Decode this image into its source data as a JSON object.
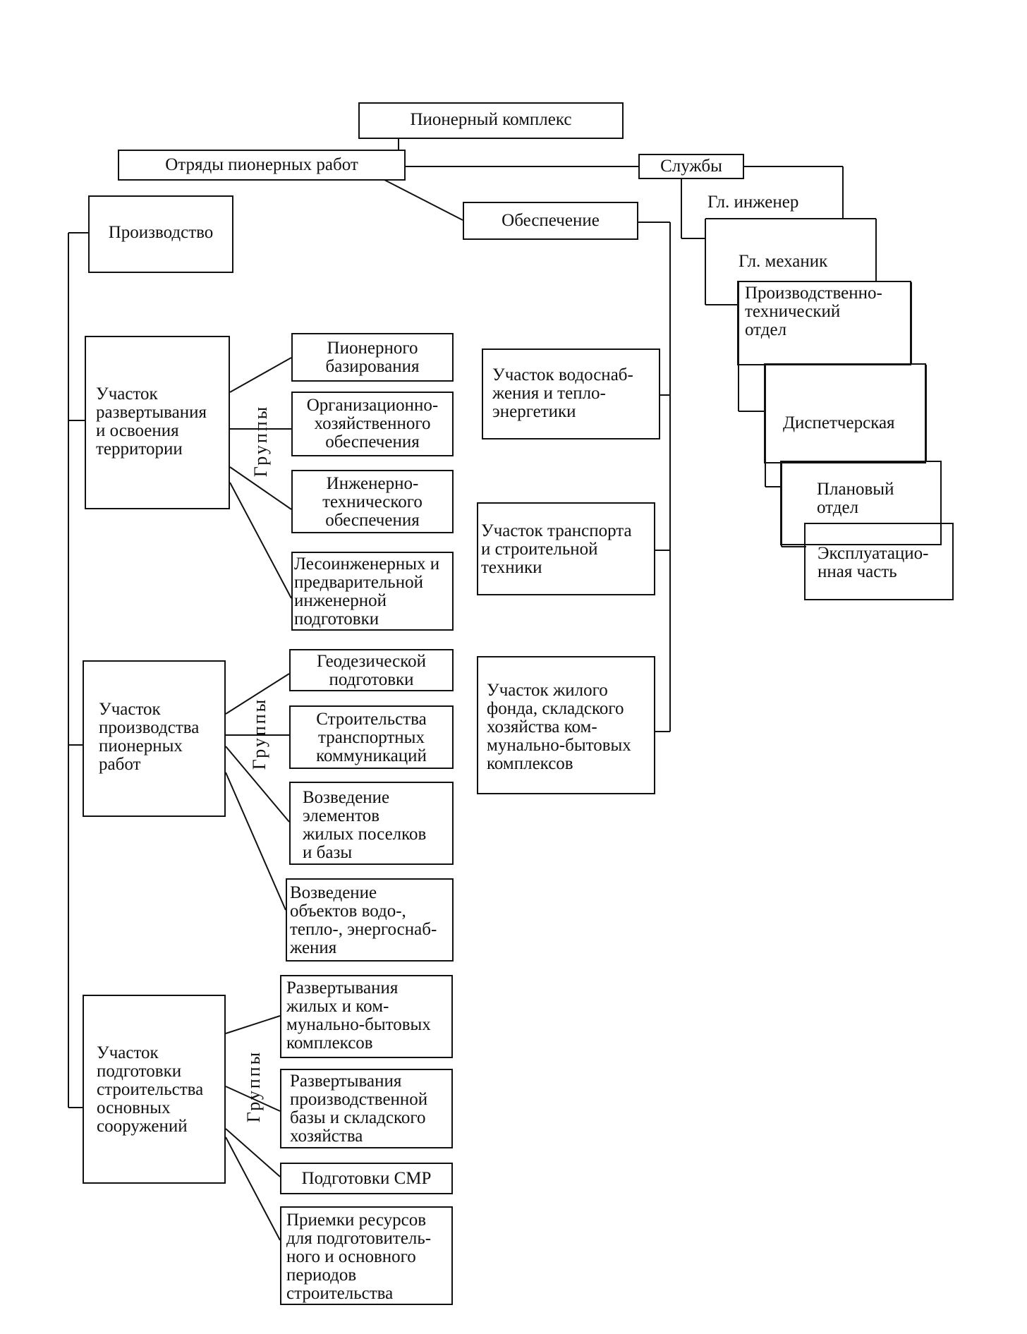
{
  "root": "Пионерный комплекс",
  "detachments": "Отряды пионерных работ",
  "services": {
    "title": "Службы",
    "items": [
      "Гл. инженер",
      "Гл. механик",
      "Производственно-\nтехнический\nотдел",
      "Диспетчерская",
      "Плановый\nотдел",
      "Эксплуатацио-\nнная часть"
    ]
  },
  "production": {
    "title": "Производство",
    "groups_label": "Группы",
    "sections": [
      {
        "name": "Участок\nразвертывания\nи освоения\nтерритории",
        "groups": [
          "Пионерного\nбазирования",
          "Организационно-\nхозяйственного\nобеспечения",
          "Инженерно-\nтехнического\nобеспечения",
          "Лесоинженерных и\nпредварительной\nинженерной\nподготовки"
        ]
      },
      {
        "name": "Участок\nпроизводства\nпионерных\nработ",
        "groups": [
          "Геодезической\nподготовки",
          "Строительства\nтранспортных\nкоммуникаций",
          "Возведение\nэлементов\nжилых поселков\nи базы",
          "Возведение\nобъектов водо-,\nтепло-, энергоснаб-\nжения"
        ]
      },
      {
        "name": "Участок\nподготовки\nстроительства\nосновных\nсооружений",
        "groups": [
          "Развертывания\nжилых и ком-\nмунально-бытовых\nкомплексов",
          "Развертывания\nпроизводственной\nбазы и складского\nхозяйства",
          "Подготовки СМР",
          "Приемки ресурсов\nдля подготовитель-\nного и основного\nпериодов\nстроительства"
        ]
      }
    ]
  },
  "supply": {
    "title": "Обеспечение",
    "sections": [
      "Участок водоснаб-\nжения и тепло-\nэнергетики",
      "Участок транспорта\nи строительной\nтехники",
      "Участок жилого\nфонда, складского\nхозяйства ком-\nмунально-бытовых\nкомплексов"
    ]
  }
}
